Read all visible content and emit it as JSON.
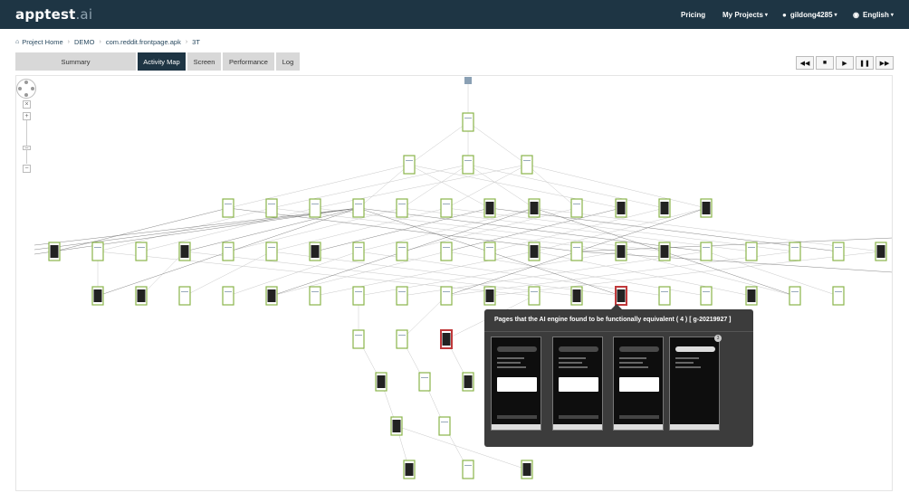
{
  "app": {
    "logo_main": "apptest",
    "logo_ext": ".ai"
  },
  "nav": {
    "pricing": "Pricing",
    "projects": "My Projects",
    "user": "gildong4285",
    "language": "English"
  },
  "breadcrumb": {
    "home": "Project Home",
    "items": [
      "DEMO",
      "com.reddit.frontpage.apk",
      "3T"
    ]
  },
  "tabs": [
    "Summary",
    "Activity Map",
    "Screen",
    "Performance",
    "Log"
  ],
  "active_tab": "Activity Map",
  "player": [
    "rewind",
    "stop",
    "play",
    "pause",
    "fast-forward"
  ],
  "tooltip": {
    "title": "Pages that the AI engine found to be functionally equivalent ( 4 ) [ g-20219927 ]",
    "badge": "3"
  },
  "colors": {
    "topbar": "#1e3544",
    "node_border": "#8ab54a",
    "selected": "#c0393b",
    "tooltip": "#3c3c3c"
  }
}
